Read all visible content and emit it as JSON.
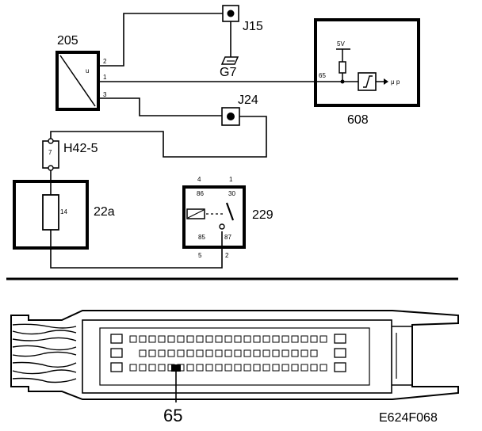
{
  "components": {
    "c205": {
      "ref": "205",
      "pins": [
        "2",
        "1",
        "3"
      ],
      "glyph": "u"
    },
    "j15": {
      "ref": "J15"
    },
    "g7": {
      "ref": "G7"
    },
    "c608": {
      "ref": "608",
      "voltage": "5V",
      "pin": "65",
      "output": "μ p"
    },
    "j24": {
      "ref": "J24"
    },
    "h42": {
      "ref": "H42-5",
      "pin": "7"
    },
    "c22a": {
      "ref": "22a",
      "pin": "14"
    },
    "c229": {
      "ref": "229",
      "pins_top": [
        "4",
        "1"
      ],
      "pins_inner_top": [
        "86",
        "30"
      ],
      "pins_inner_bottom": [
        "85",
        "87"
      ],
      "pins_bottom": [
        "5",
        "2"
      ]
    }
  },
  "connector": {
    "pin_callout": "65"
  },
  "figure_code": "E624F068"
}
